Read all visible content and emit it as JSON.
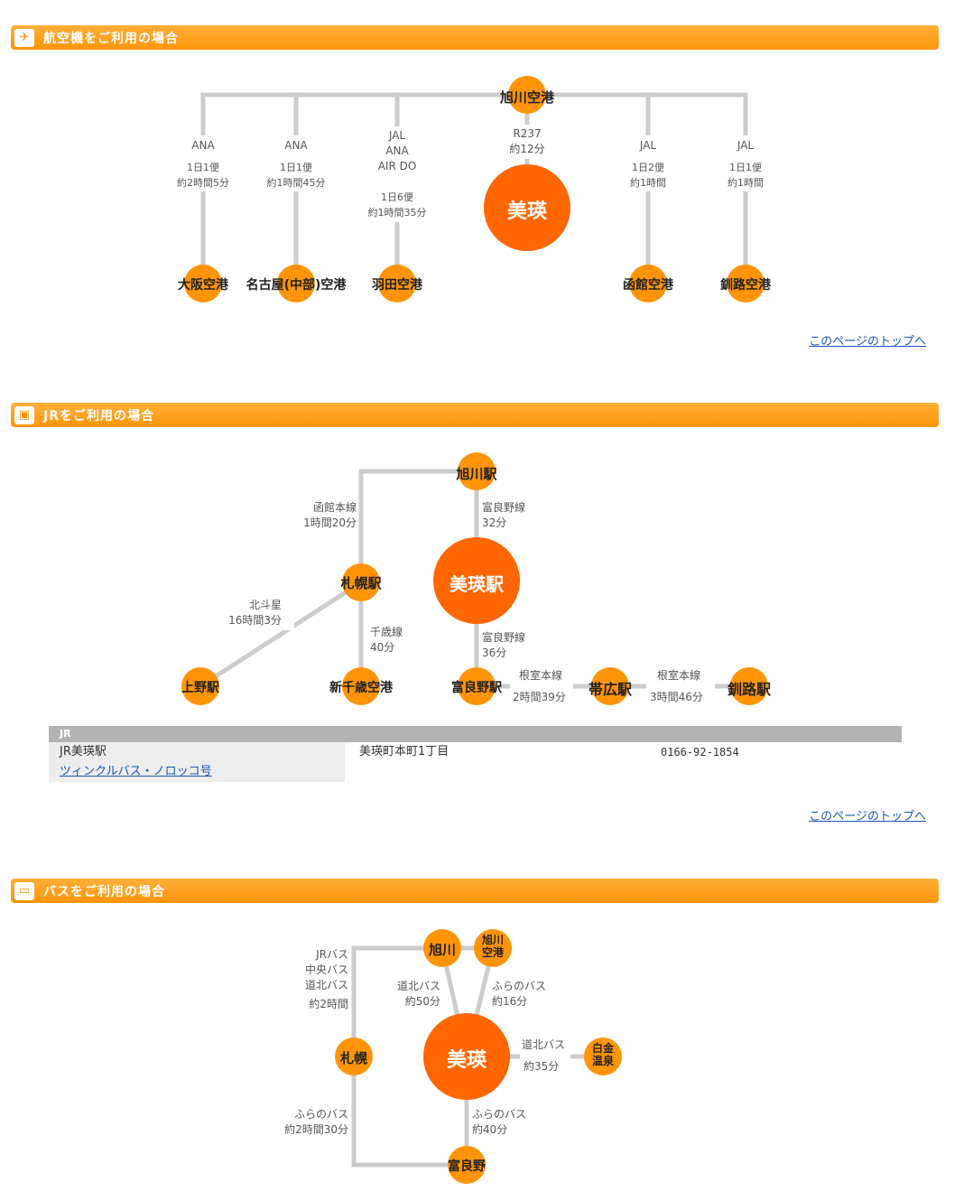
{
  "section_air": {
    "title": "航空機をご利用の場合",
    "hub": "旭川空港",
    "center": "美瑛",
    "center_route": "R237\n約12分",
    "routes": [
      {
        "airport": "大阪空港",
        "airline": "ANA",
        "info": "1日1便\n約2時間5分"
      },
      {
        "airport": "名古屋(中部)空港",
        "airline": "ANA",
        "info": "1日1便\n約1時間45分"
      },
      {
        "airport": "羽田空港",
        "airline": "JAL\nANA\nAIR DO",
        "info": "1日6便\n約1時間35分"
      },
      {
        "airport": "函館空港",
        "airline": "JAL",
        "info": "1日2便\n約1時間"
      },
      {
        "airport": "釧路空港",
        "airline": "JAL",
        "info": "1日1便\n約1時間"
      }
    ],
    "top_link": "このページのトップへ"
  },
  "section_jr": {
    "title": "JRをご利用の場合",
    "stations": {
      "asahikawa": "旭川駅",
      "biei": "美瑛駅",
      "sapporo": "札幌駅",
      "ueno": "上野駅",
      "shinchitose": "新千歳空港",
      "furano": "富良野駅",
      "obihiro": "帯広駅",
      "kushiro": "釧路駅"
    },
    "lines": {
      "hakodate": "函館本線\n1時間20分",
      "furano_up": "富良野線\n32分",
      "hokutosei": "北斗星\n16時間3分",
      "chitose": "千歳線\n40分",
      "furano_down": "富良野線\n36分",
      "nemuro1_name": "根室本線",
      "nemuro1_time": "2時間39分",
      "nemuro2_name": "根室本線",
      "nemuro2_time": "3時間46分"
    },
    "table": {
      "header": "JR",
      "rows": [
        {
          "name": "JR美瑛駅",
          "address": "美瑛町本町1丁目",
          "tel": "0166-92-1854"
        },
        {
          "name": "ツィンクルバス・ノロッコ号",
          "address": "",
          "tel": ""
        }
      ]
    },
    "top_link": "このページのトップへ"
  },
  "section_bus": {
    "title": "バスをご利用の場合",
    "nodes": {
      "asahikawa": "旭川",
      "airport": "旭川\n空港",
      "biei": "美瑛",
      "sapporo": "札幌",
      "shirogane": "白金\n温泉",
      "furano": "富良野"
    },
    "routes": {
      "sapporo_asahikawa_1": "JRバス\n中央バス\n道北バス",
      "sapporo_asahikawa_2": "約2時間",
      "asahikawa_biei": "道北バス\n約50分",
      "airport_biei": "ふらのバス\n約16分",
      "biei_shirogane_1": "道北バス",
      "biei_shirogane_2": "約35分",
      "biei_furano": "ふらのバス\n約40分",
      "sapporo_furano": "ふらのバス\n約2時間30分"
    }
  },
  "colors": {
    "orange": "#ff9408",
    "dark_orange": "#ff6600",
    "line_gray": "#cccccc",
    "link": "#1a57b8"
  }
}
